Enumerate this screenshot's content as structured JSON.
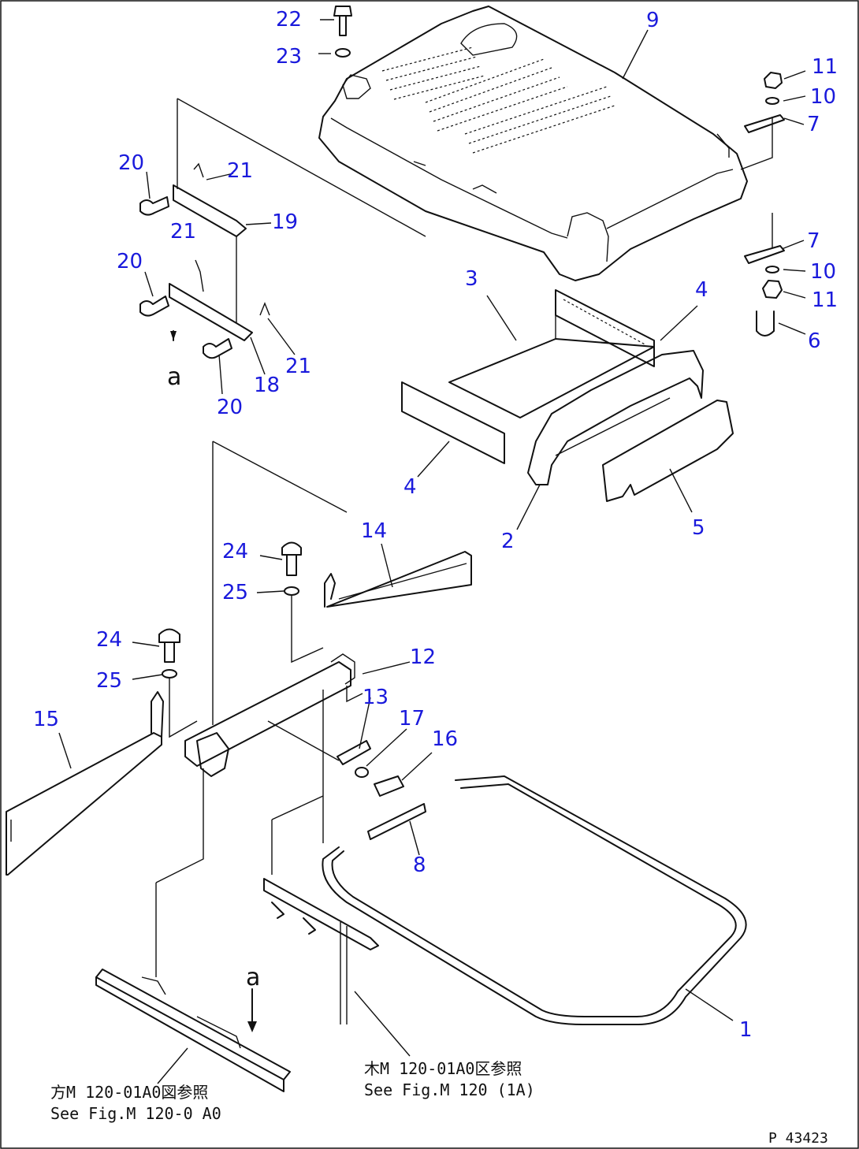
{
  "callouts": {
    "c1": "1",
    "c2": "2",
    "c3": "3",
    "c4a": "4",
    "c4b": "4",
    "c5": "5",
    "c6": "6",
    "c7a": "7",
    "c7b": "7",
    "c8": "8",
    "c9": "9",
    "c10a": "10",
    "c10b": "10",
    "c11a": "11",
    "c11b": "11",
    "c12": "12",
    "c13": "13",
    "c14": "14",
    "c15": "15",
    "c16": "16",
    "c17": "17",
    "c18": "18",
    "c19": "19",
    "c20a": "20",
    "c20b": "20",
    "c20c": "20",
    "c21a": "21",
    "c21b": "21",
    "c21c": "21",
    "c22": "22",
    "c23": "23",
    "c24a": "24",
    "c24b": "24",
    "c25a": "25",
    "c25b": "25"
  },
  "view_markers": {
    "top": "a",
    "bottom": "a"
  },
  "notes": {
    "left_cn": "⽅M 120-01A0図参照",
    "left_en": "See Fig.M 120-0 A0",
    "right_cn": "⽊M 120-01A0区参照",
    "right_en": "See Fig.M 120 (1A)"
  },
  "drawing_code": "P 43423"
}
